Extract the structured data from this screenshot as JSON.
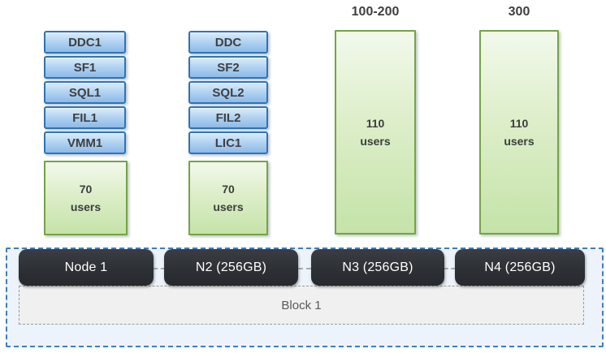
{
  "diagram": {
    "title_note": "",
    "columns": [
      {
        "header": "",
        "services": [
          "DDC1",
          "SF1",
          "SQL1",
          "FIL1",
          "VMM1"
        ],
        "capacity": {
          "value": "70",
          "unit": "users"
        },
        "node": "Node 1"
      },
      {
        "header": "",
        "services": [
          "DDC",
          "SF2",
          "SQL2",
          "FIL2",
          "LIC1"
        ],
        "capacity": {
          "value": "70",
          "unit": "users"
        },
        "node": "N2 (256GB)"
      },
      {
        "header": "100-200",
        "services": [],
        "capacity": {
          "value": "110",
          "unit": "users"
        },
        "node": "N3 (256GB)"
      },
      {
        "header": "300",
        "services": [],
        "capacity": {
          "value": "110",
          "unit": "users"
        },
        "node": "N4 (256GB)"
      }
    ],
    "block_label": "Block 1",
    "colors": {
      "service_fill_top": "#dcecfb",
      "service_fill_bottom": "#8cbae9",
      "service_border": "#2e74b5",
      "capacity_fill_top": "#f2f9ec",
      "capacity_fill_bottom": "#c5e3a9",
      "capacity_border": "#76a344",
      "node_fill": "#2c3034",
      "node_text": "#ffffff",
      "enclosure_border": "#3e7dc1",
      "enclosure_fill": "#edf3fa",
      "block_fill": "#f0f0f0",
      "block_border": "#9b9b9b",
      "label_text": "#3f3f3f"
    }
  }
}
